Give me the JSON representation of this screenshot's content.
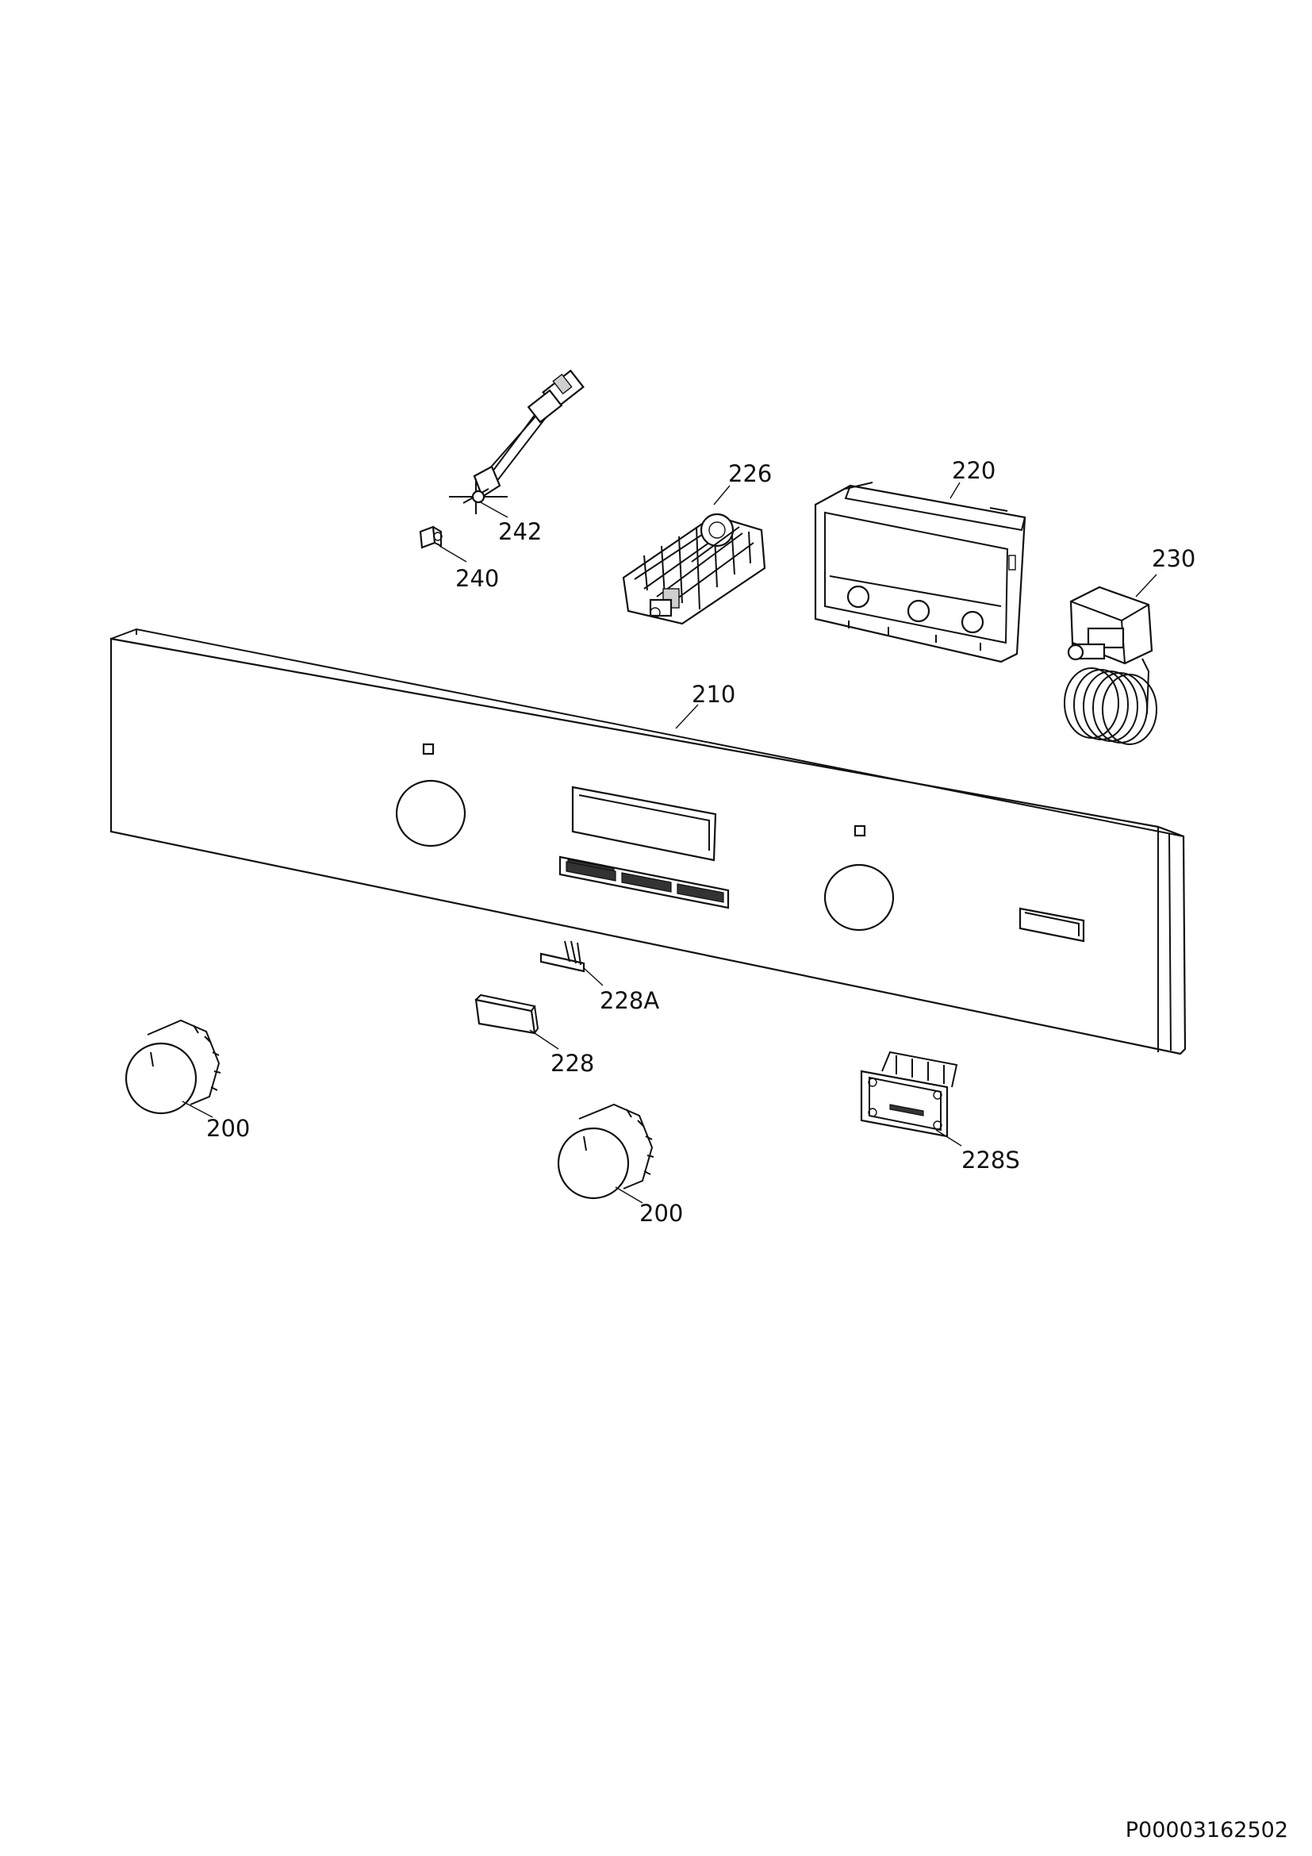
{
  "diagram": {
    "labels": {
      "l242": "242",
      "l240": "240",
      "l226": "226",
      "l220": "220",
      "l230": "230",
      "l210": "210",
      "l228A": "228A",
      "l228": "228",
      "l200a": "200",
      "l200b": "200",
      "l228S": "228S"
    },
    "document_id": "P00003162502"
  }
}
